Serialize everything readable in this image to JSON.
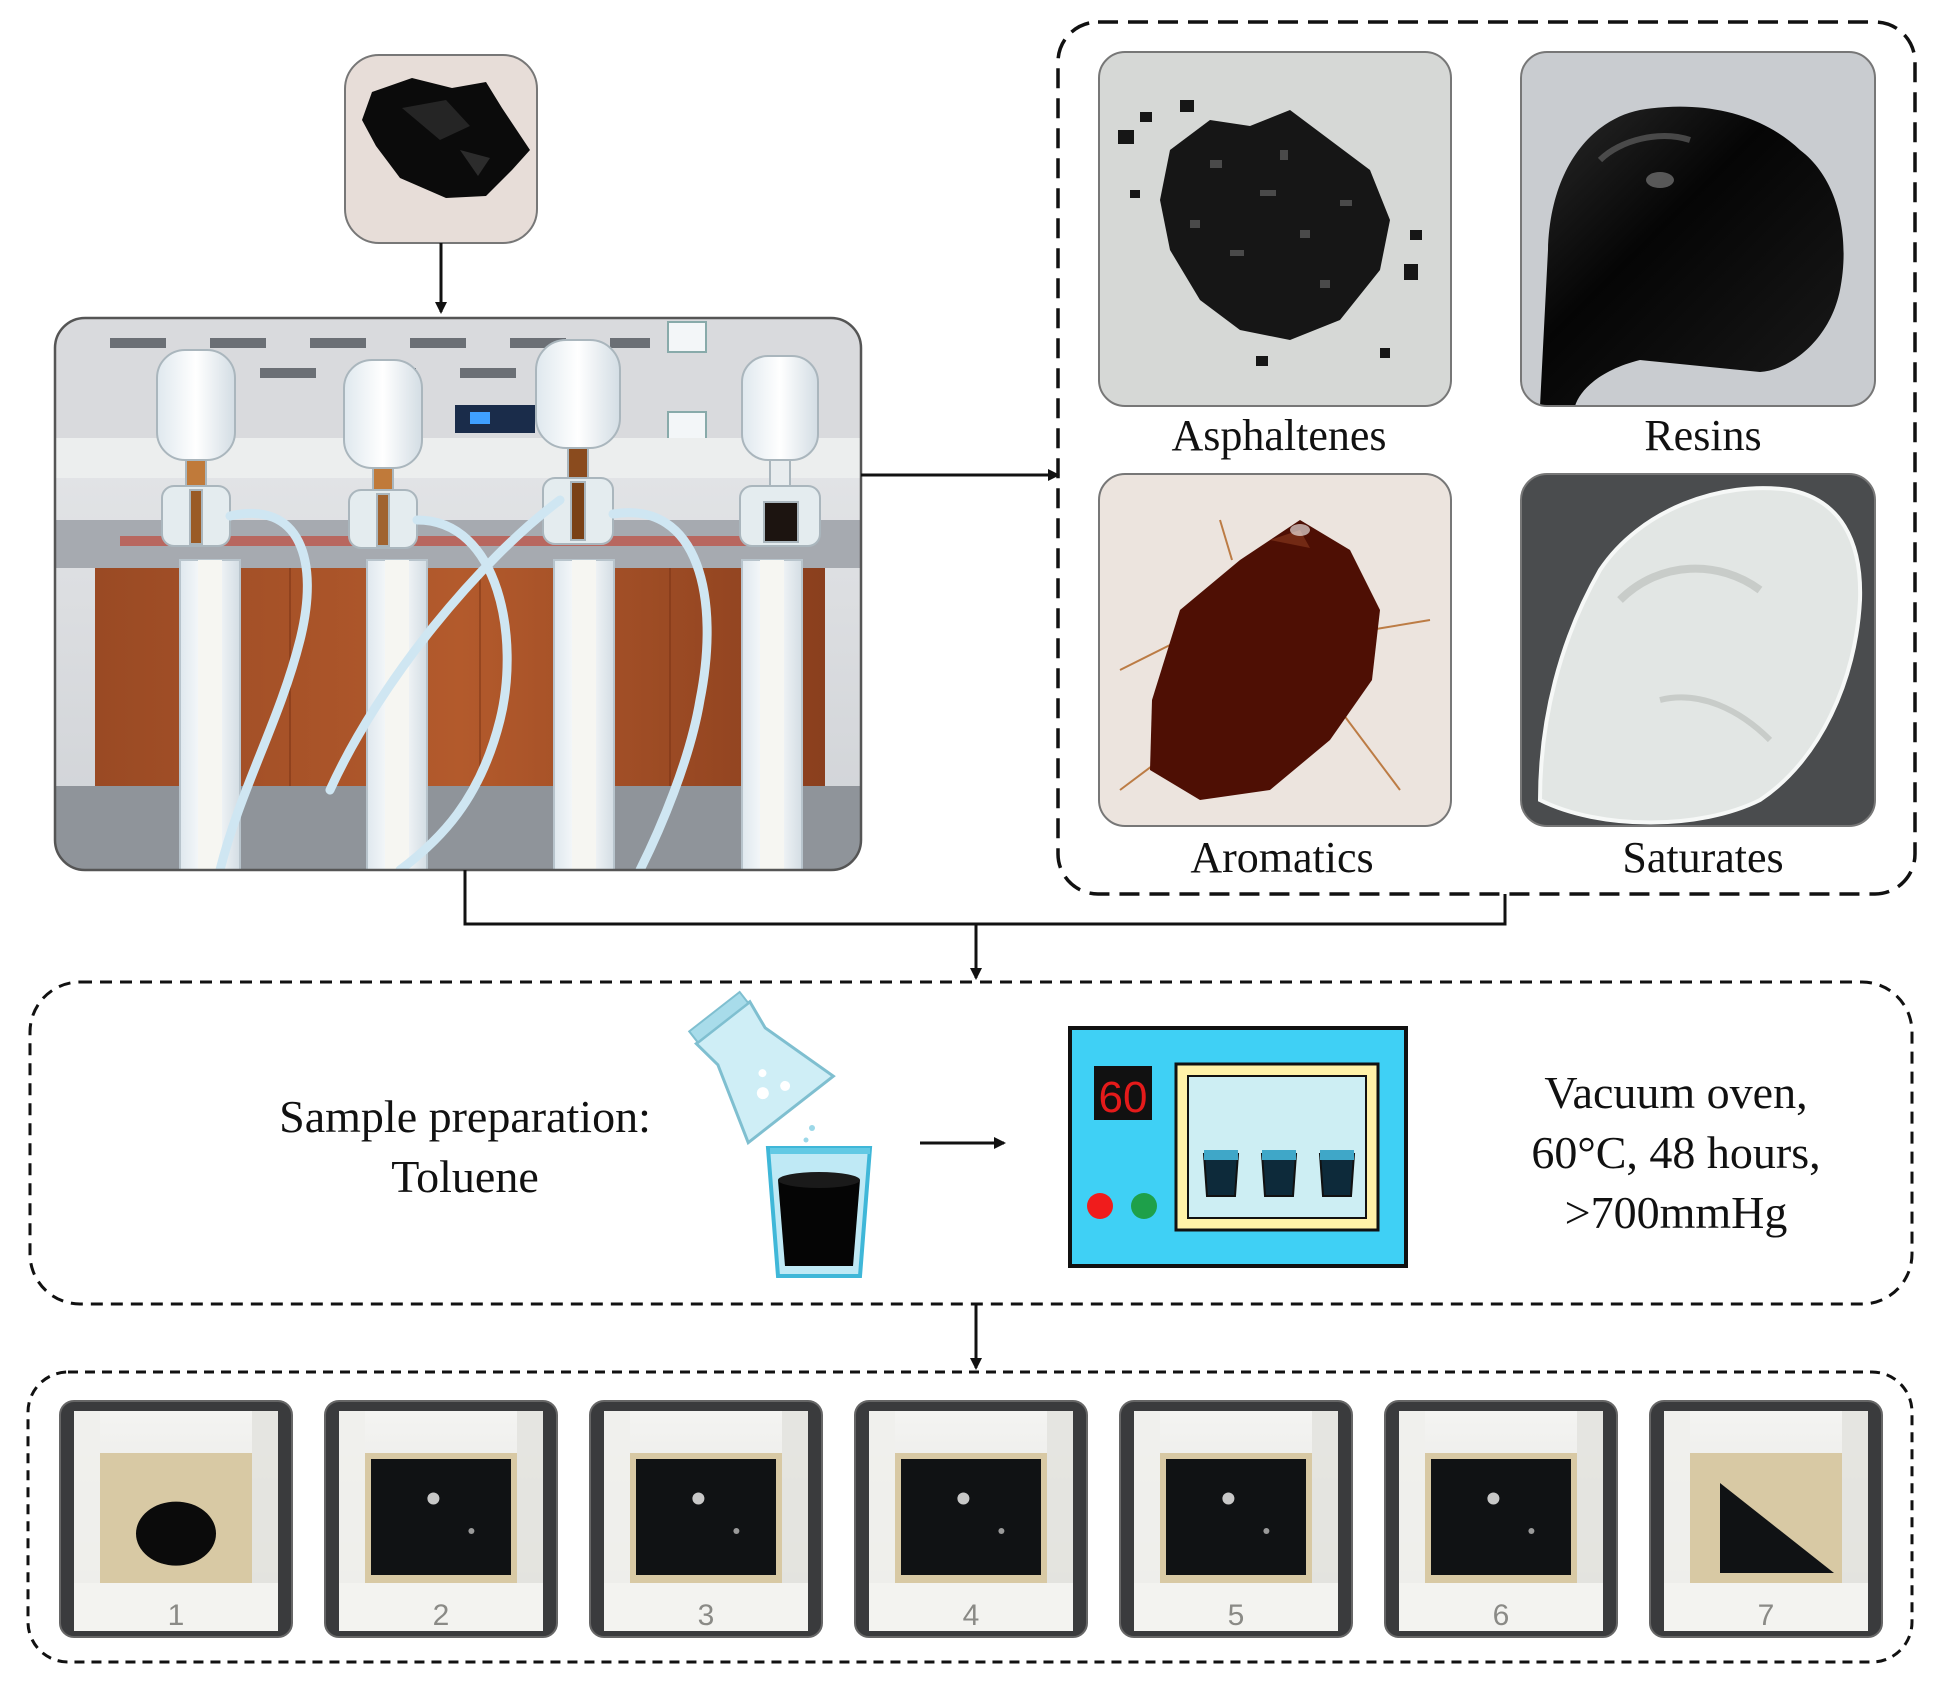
{
  "fractions": {
    "asphaltenes": "Asphaltenes",
    "resins": "Resins",
    "aromatics": "Aromatics",
    "saturates": "Saturates"
  },
  "preparation": {
    "line1": "Sample preparation:",
    "line2": "Toluene"
  },
  "oven": {
    "display": "60",
    "line1": "Vacuum oven,",
    "line2": "60°C, 48 hours,",
    "line3": ">700mmHg"
  },
  "samples": [
    "1",
    "2",
    "3",
    "4",
    "5",
    "6",
    "7"
  ],
  "colors": {
    "oven_body": "#3fd0f5",
    "oven_window": "#fff2a8",
    "oven_display": "#e41a1a",
    "aromatics": "#5a1206",
    "saturates": "#e6ebe8",
    "asphalt": "#111111"
  }
}
